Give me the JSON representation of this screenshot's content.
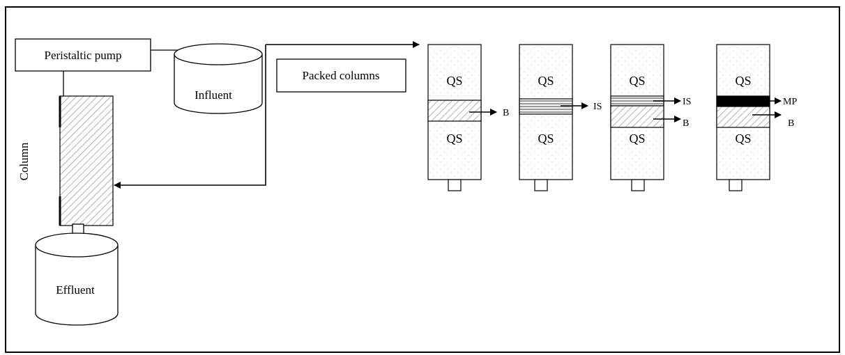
{
  "labels": {
    "pump": "Peristaltic pump",
    "influent": "Influent",
    "column": "Column",
    "effluent": "Effluent",
    "packed_columns": "Packed columns"
  },
  "columns": [
    {
      "top": "QS",
      "bottom": "QS",
      "layers": [
        "B"
      ]
    },
    {
      "top": "QS",
      "bottom": "QS",
      "layers": [
        "IS"
      ]
    },
    {
      "top": "QS",
      "bottom": "QS",
      "layers": [
        "IS",
        "B"
      ]
    },
    {
      "top": "QS",
      "bottom": "QS",
      "layers": [
        "MP",
        "B"
      ]
    }
  ]
}
